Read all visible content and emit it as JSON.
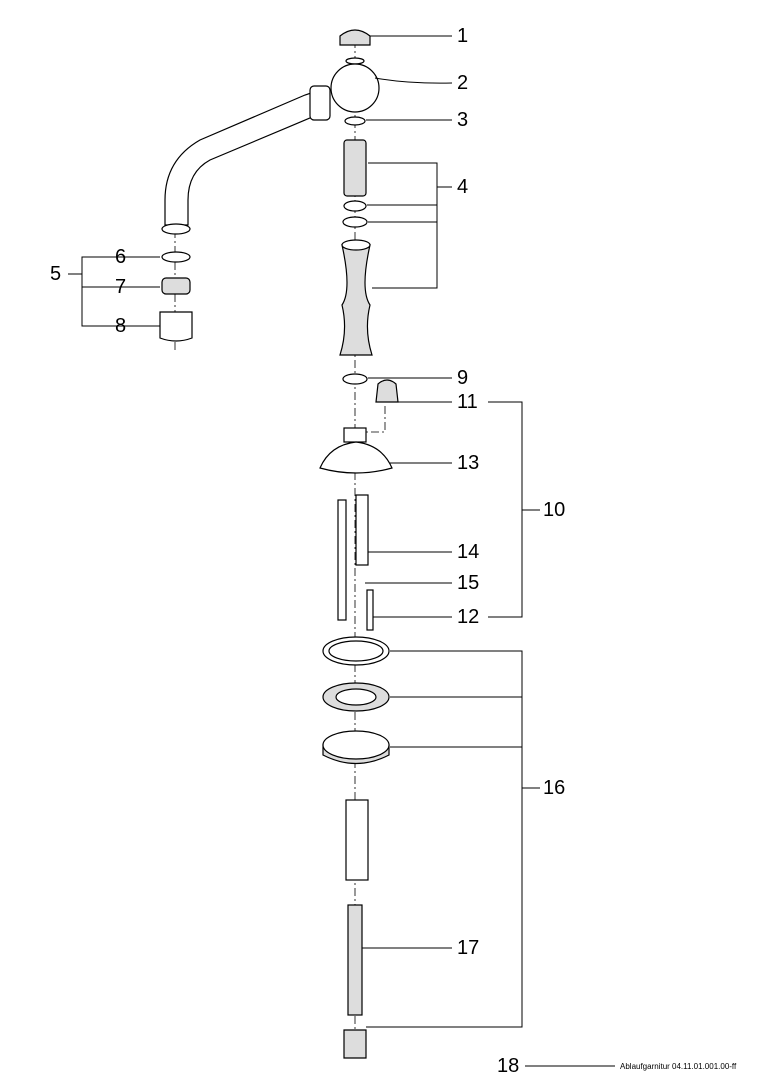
{
  "diagram": {
    "callouts": [
      "1",
      "2",
      "3",
      "4",
      "5",
      "6",
      "7",
      "8",
      "9",
      "10",
      "11",
      "12",
      "13",
      "14",
      "15",
      "16",
      "17",
      "18"
    ],
    "caption": "Ablaufgarnitur 04.11.01.001.00-ff"
  }
}
